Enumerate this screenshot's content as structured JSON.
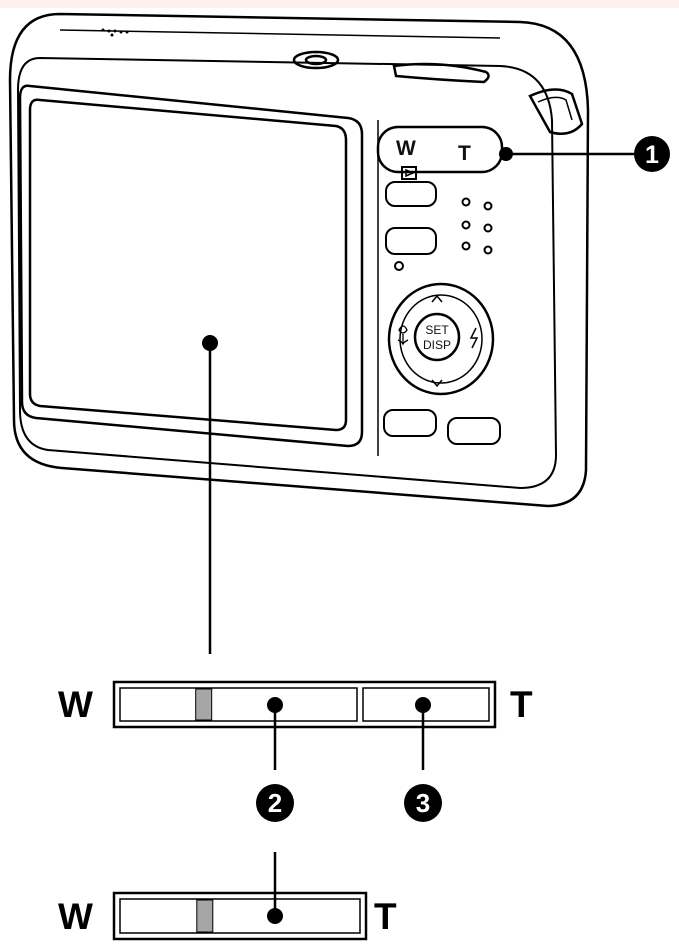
{
  "camera": {
    "zoom_lever": {
      "wide": "W",
      "tele": "T"
    },
    "set_disp": {
      "line1": "SET",
      "line2": "DISP"
    },
    "nav_up": "^",
    "nav_down": "v",
    "icons": [
      "playback-icon",
      "macro-icon",
      "flash-icon"
    ]
  },
  "callouts": [
    {
      "number": "1"
    },
    {
      "number": "2"
    },
    {
      "number": "3"
    }
  ],
  "zoom_bar_large": {
    "wide": "W",
    "tele": "T",
    "indicator_fraction": 0.37
  },
  "zoom_bar_small": {
    "wide": "W",
    "tele": "T",
    "indicator_fraction": 0.37
  },
  "colors": {
    "line": "#000000",
    "indicator": "#a6a6a6",
    "background": "#ffffff"
  }
}
